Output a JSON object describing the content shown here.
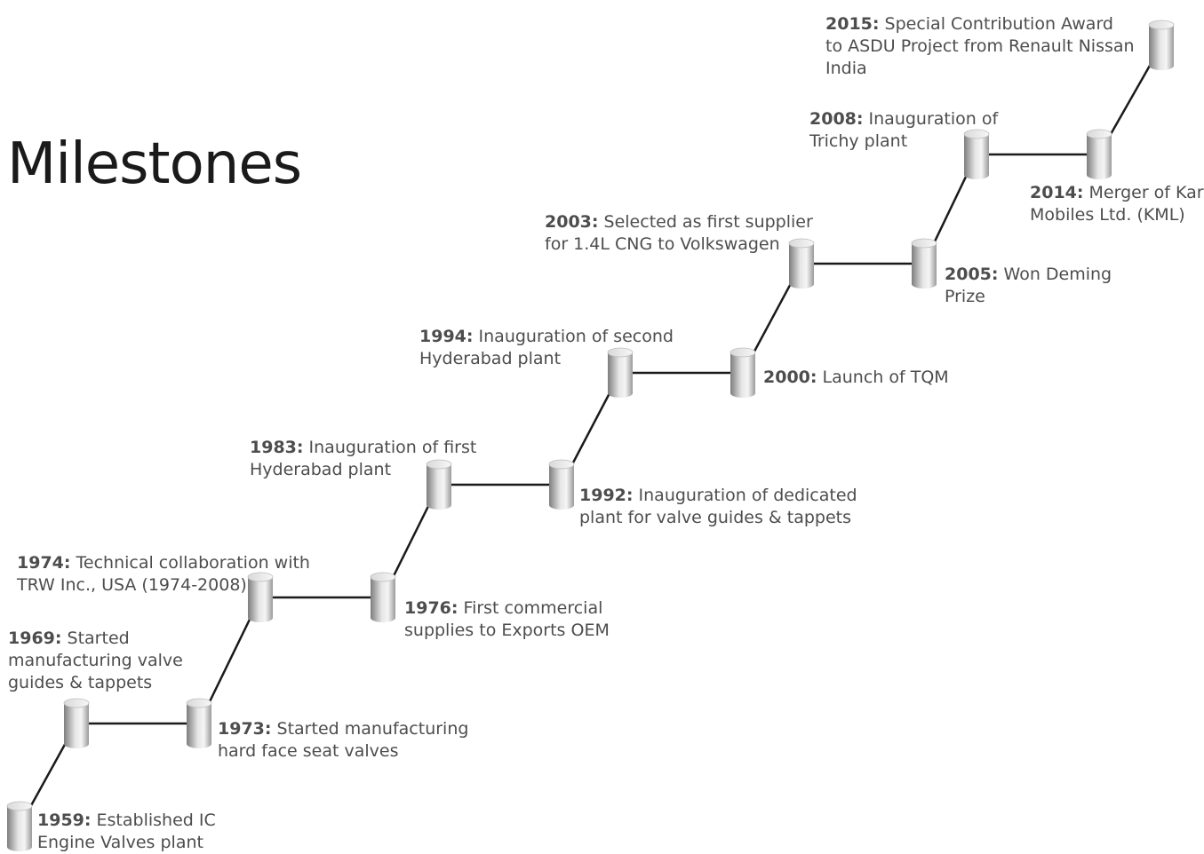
{
  "title": "Milestones",
  "milestones": [
    {
      "id": "1959",
      "year": "1959:",
      "text": "  Established IC\nEngine Valves plant"
    },
    {
      "id": "1969",
      "year": "1969:",
      "text": "  Started\nmanufacturing valve\nguides & tappets"
    },
    {
      "id": "1973",
      "year": "1973:",
      "text": " Started manufacturing\nhard face seat valves"
    },
    {
      "id": "1974",
      "year": "1974:",
      "text": " Technical collaboration with\nTRW Inc., USA (1974-2008)"
    },
    {
      "id": "1976",
      "year": "1976:",
      "text": " First commercial\nsupplies to Exports OEM"
    },
    {
      "id": "1983",
      "year": "1983:",
      "text": " Inauguration of first\nHyderabad plant"
    },
    {
      "id": "1992",
      "year": "1992:",
      "text": " Inauguration of dedicated\nplant for valve guides & tappets"
    },
    {
      "id": "1994",
      "year": "1994:",
      "text": " Inauguration of second\nHyderabad plant"
    },
    {
      "id": "2000",
      "year": "2000:",
      "text": " Launch of TQM"
    },
    {
      "id": "2003",
      "year": "2003:",
      "text": " Selected as first supplier\nfor 1.4L CNG to Volkswagen"
    },
    {
      "id": "2005",
      "year": "2005:",
      "text": " Won Deming\nPrize"
    },
    {
      "id": "2008",
      "year": "2008:",
      "text": " Inauguration of\nTrichy plant"
    },
    {
      "id": "2014",
      "year": "2014:",
      "text": " Merger of Kar\nMobiles Ltd. (KML)"
    },
    {
      "id": "2015",
      "year": "2015:",
      "text": " Special Contribution Award\nto ASDU Project from Renault Nissan\nIndia"
    }
  ],
  "colors": {
    "line": "#1a1a1a",
    "cylinder_light": "#f2f2f2",
    "cylinder_dark": "#8c8c8c"
  }
}
